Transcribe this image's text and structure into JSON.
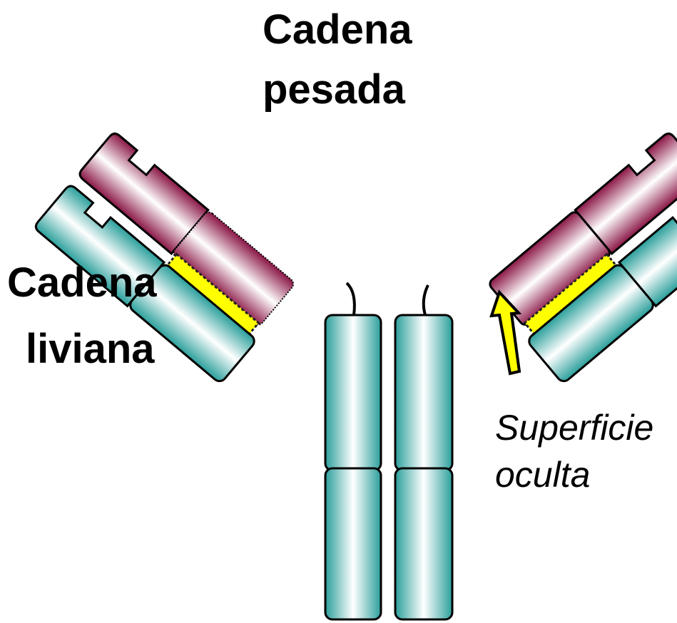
{
  "labels": {
    "heavy_line1": "Cadena",
    "heavy_line2": "pesada",
    "light_line1": "Cadena",
    "light_line2": "liviana",
    "surface_line1": "Superficie",
    "surface_line2": "oculta"
  },
  "colors": {
    "heavy_chain": "#2fa9a5",
    "light_chain": "#8e1d4c",
    "hidden_surface": "#ffff00",
    "arrow": "#ffff00",
    "outline": "#000000"
  }
}
